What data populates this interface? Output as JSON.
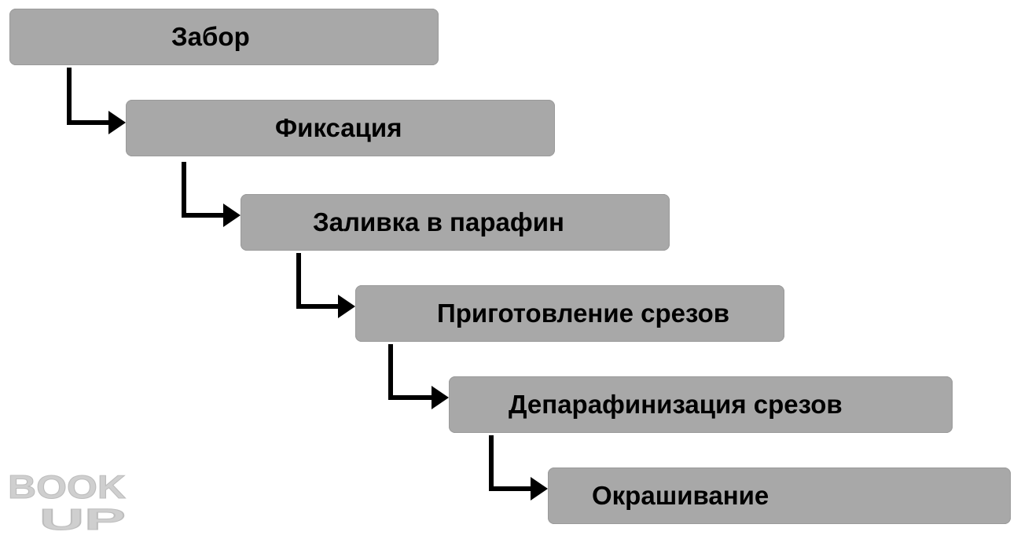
{
  "diagram": {
    "steps": [
      {
        "label": "Забор"
      },
      {
        "label": "Фиксация"
      },
      {
        "label": "Заливка в парафин"
      },
      {
        "label": "Приготовление срезов"
      },
      {
        "label": "Депарафинизация срезов"
      },
      {
        "label": "Окрашивание"
      }
    ]
  },
  "watermark": {
    "line1": "BOOK",
    "line2": "UP"
  },
  "colors": {
    "box_fill": "#a8a8a8",
    "connector": "#000000",
    "watermark": "#cfcfcf"
  }
}
